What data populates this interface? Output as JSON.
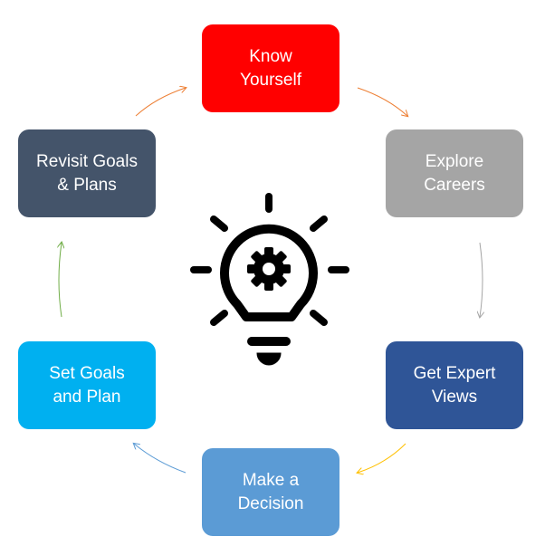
{
  "steps": [
    {
      "label": "Know\nYourself",
      "color": "#ff0000"
    },
    {
      "label": "Explore\nCareers",
      "color": "#a5a5a5"
    },
    {
      "label": "Get Expert\nViews",
      "color": "#2f5597"
    },
    {
      "label": "Make a\nDecision",
      "color": "#5b9bd5"
    },
    {
      "label": "Set Goals\nand Plan",
      "color": "#00b0f0"
    },
    {
      "label": "Revisit Goals\n& Plans",
      "color": "#44546a"
    }
  ],
  "arrow_colors": [
    "#ed7d31",
    "#a5a5a5",
    "#ffc000",
    "#5b9bd5",
    "#70ad47",
    "#ed7d31"
  ],
  "center_icon": "lightbulb-gear-icon"
}
